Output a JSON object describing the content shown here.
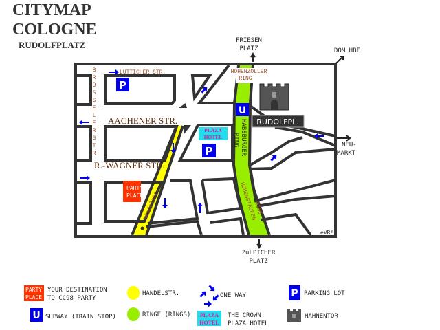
{
  "title": {
    "line1": "CITYMAP",
    "line2": "COLOGNE",
    "line3": "RUDOLFPLATZ"
  },
  "directions": {
    "north": {
      "line1": "FRIESEN",
      "line2": "PLATZ"
    },
    "northeast": "DOM HBF.",
    "east": {
      "line1": "NEU-",
      "line2": "MARKT"
    },
    "south": {
      "line1": "ZüLPICHER",
      "line2": "PLATZ"
    }
  },
  "streets": {
    "bruesseler": [
      "B",
      "R",
      "Ü",
      "S",
      "S",
      "E",
      "L",
      "E",
      "R",
      "S",
      "T",
      "R"
    ],
    "luetticher": "LÜTTICHER STR.",
    "aachener": "AACHENER STR.",
    "wagner": "R.-WAGNER STR.",
    "handel": "Händelstr.",
    "hohenzoller": {
      "line1": "HOHENZOLLER",
      "line2": "RING"
    },
    "habsburger": {
      "line1": "HABSBURGER",
      "line2": "RING"
    },
    "hohenstaufen": {
      "line1": "HOHENSTAUFEN",
      "line2": "RING"
    }
  },
  "markers": {
    "parking": "P",
    "subway": "U",
    "plaza": {
      "line1": "PLAZA",
      "line2": "HOTEL"
    },
    "party": {
      "line1": "PARTY",
      "line2": "PLACE"
    },
    "rudolfplatz": "RUDOLFPL.",
    "credit": "eVR!"
  },
  "legend": {
    "party": {
      "line1": "YOUR DESTINATION",
      "line2": "TO CC98 PARTY"
    },
    "subway": "SUBWAY (TRAIN STOP)",
    "handel": "HANDELSTR.",
    "rings": "RINGE (RINGS)",
    "oneway": "ONE WAY",
    "plaza": {
      "line1": "THE CROWN",
      "line2": "PLAZA HOTEL"
    },
    "parking": "PARKING LOT",
    "hahnentor": "HAHNENTOR"
  },
  "colors": {
    "ring": "#99ee00",
    "handel": "#ffff00",
    "party": "#ff3300",
    "sign": "#0000ee",
    "plaza_bg": "#22ddee",
    "plaza_text": "#ee1199"
  }
}
